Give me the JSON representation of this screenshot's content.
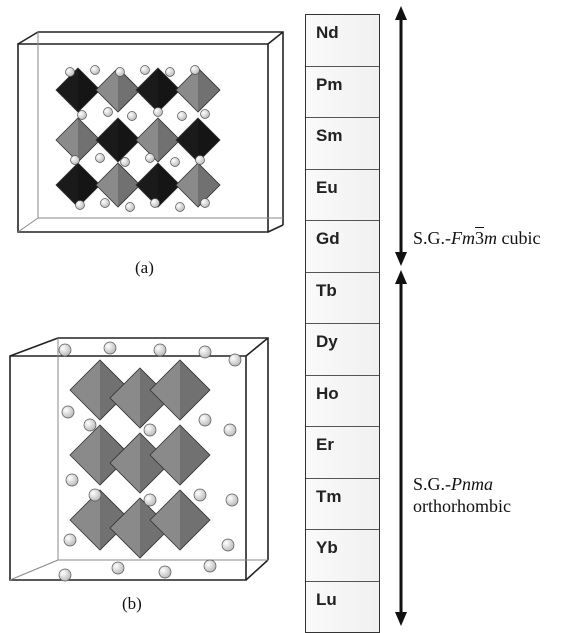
{
  "elements": [
    "Nd",
    "Pm",
    "Sm",
    "Eu",
    "Gd",
    "Tb",
    "Dy",
    "Ho",
    "Er",
    "Tm",
    "Yb",
    "Lu"
  ],
  "captions": {
    "a": "(a)",
    "b": "(b)"
  },
  "cubic": {
    "prefix": "S.G.-",
    "sg_a": "Fm",
    "sg_bar": "3",
    "sg_b": "m",
    "system": " cubic"
  },
  "ortho": {
    "prefix": "S.G.-",
    "sg": "Pnma",
    "system": "orthorhombic"
  },
  "colors": {
    "dark_octahedra": "#1a1a1a",
    "grey_octahedra": "#8a8a8a",
    "atoms": "#f4f4f4",
    "frame": "#222222"
  }
}
